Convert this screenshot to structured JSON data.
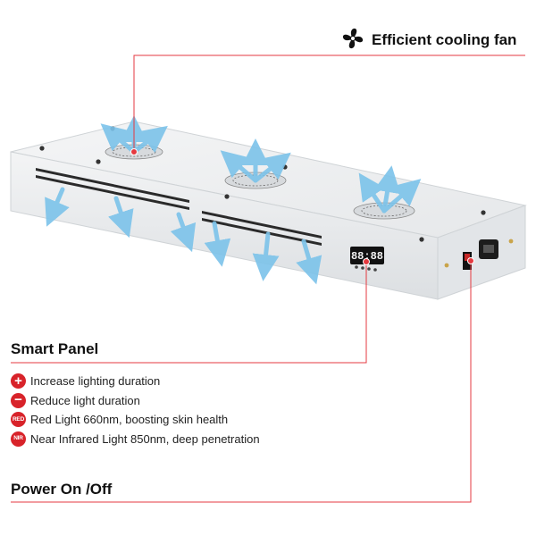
{
  "callouts": {
    "cooling_fan": {
      "label": "Efficient cooling fan",
      "icon": "fan-icon"
    },
    "smart_panel": {
      "title": "Smart Panel"
    },
    "power": {
      "title": "Power On /Off"
    }
  },
  "features": [
    {
      "icon_text": "+",
      "icon": "plus-circle-icon",
      "text": "Increase lighting duration"
    },
    {
      "icon_text": "−",
      "icon": "minus-circle-icon",
      "text": "Reduce light duration"
    },
    {
      "icon_text": "RED",
      "icon": "red-badge-icon",
      "text": "Red Light 660nm, boosting skin health"
    },
    {
      "icon_text": "NIR",
      "icon": "nir-badge-icon",
      "text": "Near Infrared Light 850nm, deep penetration"
    }
  ],
  "display_readout": "88:88",
  "colors": {
    "accent": "#d8232a",
    "airflow": "#7cc3ea",
    "leader_line": "#e53a40",
    "panel": "#eef0f2"
  }
}
